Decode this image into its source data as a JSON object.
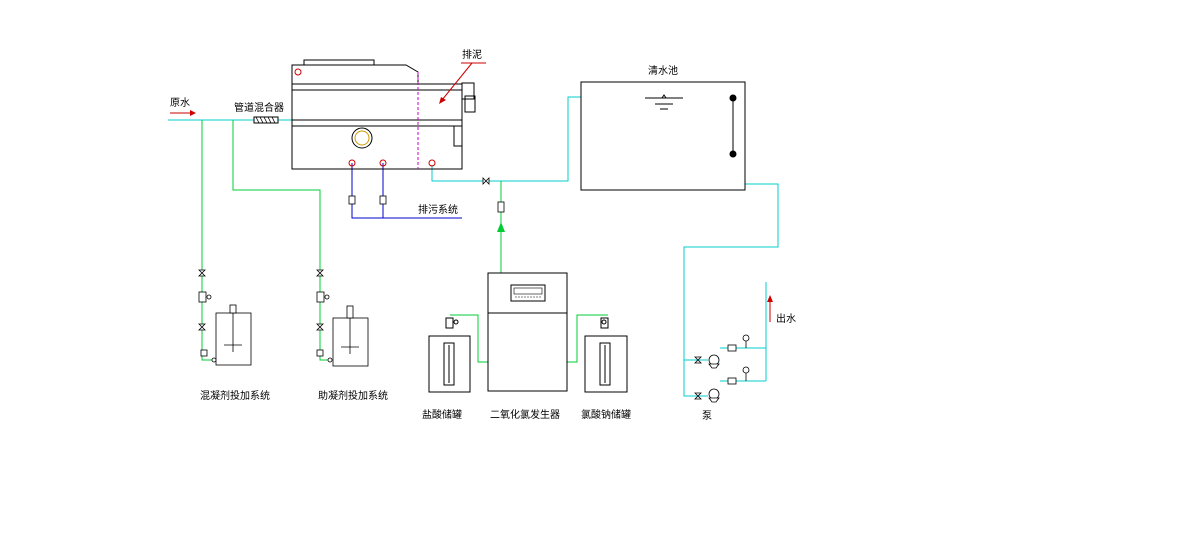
{
  "diagram": {
    "labels": {
      "inlet_water": "原水",
      "pipe_mixer": "管道混合器",
      "sludge": "排泥",
      "clear_tank": "清水池",
      "drain_system": "排污系统",
      "coagulant_dosing": "混凝剂投加系统",
      "flocculant_dosing": "助凝剂投加系统",
      "acid_tank": "盐酸储罐",
      "generator": "二氧化氯发生器",
      "chlorate_tank": "氯酸钠储罐",
      "pump": "泵",
      "outlet_water": "出水"
    },
    "colors": {
      "water_line": "#00cccc",
      "dosing_line": "#00cc33",
      "drain_line": "#0000cc",
      "equipment": "#000000",
      "accent": "#cc0000",
      "dashed_divider": "#cc00cc"
    }
  }
}
